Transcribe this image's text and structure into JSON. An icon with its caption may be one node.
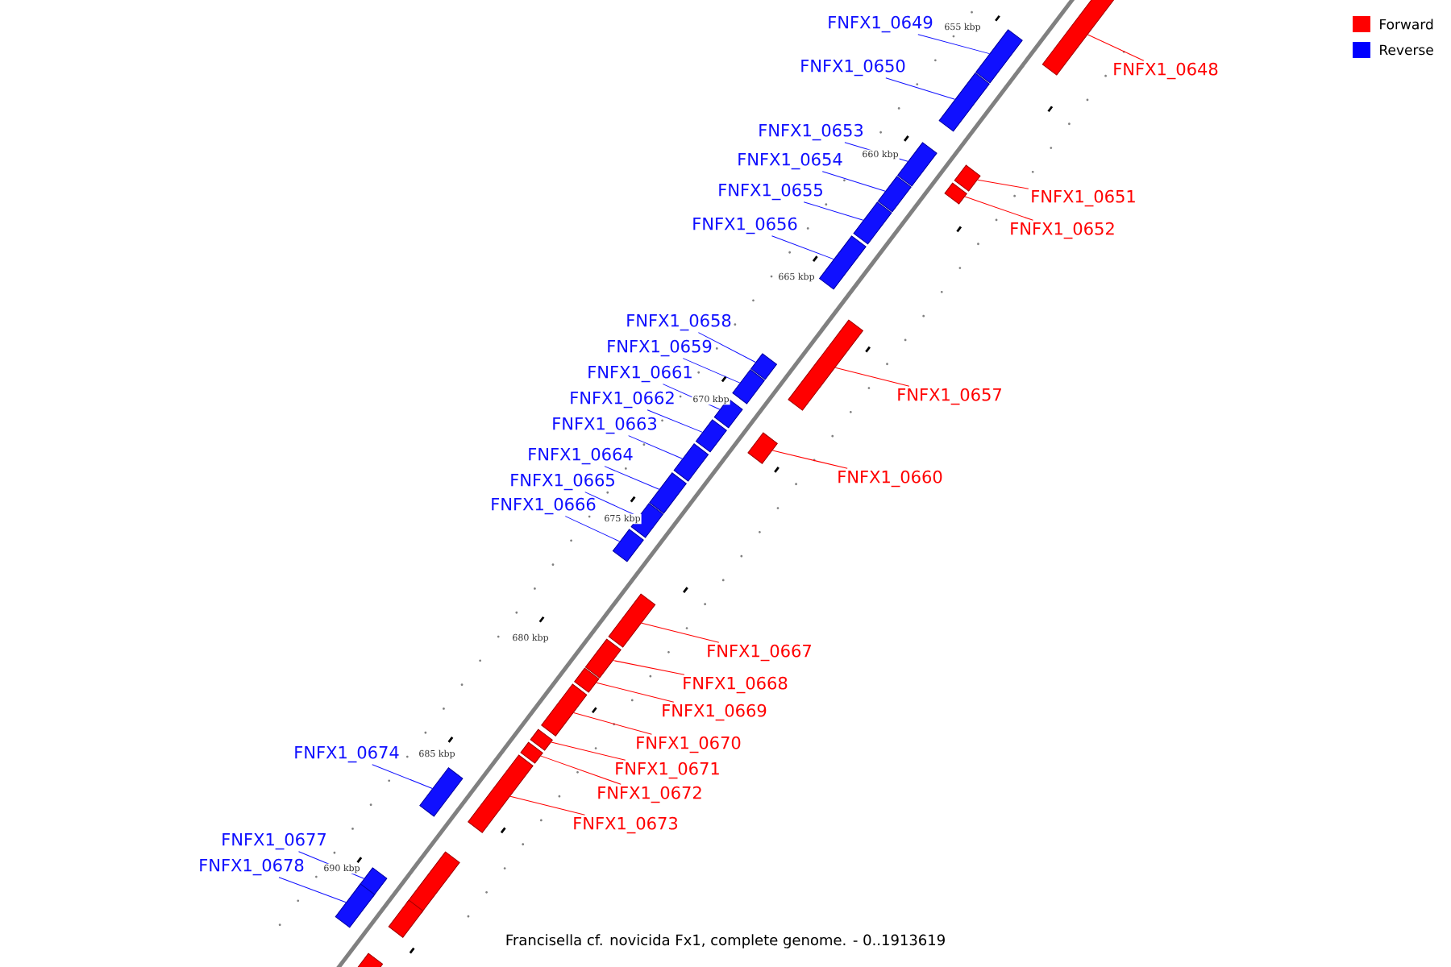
{
  "diagram": {
    "caption": "Francisella cf. novicida Fx1, complete genome. - 0..1913619",
    "nodes": [
      {
        "text": [
          "FNFX1_0648"
        ]
      },
      {
        "text": [],
        "shape": "bar"
      },
      {
        "text": [
          "FNFX1_0649"
        ]
      },
      {
        "text": [],
        "shape": "bar"
      },
      {
        "text": [
          "FNFX1_0650"
        ]
      },
      {
        "text": [],
        "shape": "bar"
      },
      {
        "text": [
          "FNFX1_0651"
        ]
      },
      {
        "text": [],
        "shape": "bar"
      },
      {
        "text": [
          "FNFX1_0653"
        ]
      },
      {
        "text": [],
        "shape": "bar"
      },
      {
        "text": [
          "FNFX1_0652"
        ]
      },
      {
        "text": [],
        "shape": "bar"
      },
      {
        "text": [
          "FNFX1_0654"
        ]
      },
      {
        "text": [],
        "shape": "bar"
      },
      {
        "text": [
          "FNFX1_0655"
        ]
      },
      {
        "text": [],
        "shape": "bar"
      },
      {
        "text": [
          "FNFX1_0656"
        ]
      },
      {
        "text": [],
        "shape": "bar"
      },
      {
        "text": [
          "FNFX1_0657"
        ]
      },
      {
        "text": [],
        "shape": "bar"
      },
      {
        "text": [
          "FNFX1_0658"
        ]
      },
      {
        "text": [],
        "shape": "bar"
      },
      {
        "text": [
          "FNFX1_0659"
        ]
      },
      {
        "text": [],
        "shape": "bar"
      },
      {
        "text": [
          "FNFX1_0661"
        ]
      },
      {
        "text": [],
        "shape": "bar"
      },
      {
        "text": [
          "FNFX1_0660"
        ]
      },
      {
        "text": [],
        "shape": "bar"
      },
      {
        "text": [
          "FNFX1_0662"
        ]
      },
      {
        "text": [],
        "shape": "bar"
      },
      {
        "text": [
          "FNFX1_0663"
        ]
      },
      {
        "text": [],
        "shape": "bar"
      },
      {
        "text": [
          "FNFX1_0664"
        ]
      },
      {
        "text": [],
        "shape": "bar"
      },
      {
        "text": [
          "FNFX1_0665"
        ]
      },
      {
        "text": [],
        "shape": "bar"
      },
      {
        "text": [
          "FNFX1_0666"
        ]
      },
      {
        "text": [],
        "shape": "bar"
      },
      {
        "text": [
          "FNFX1_0667"
        ]
      },
      {
        "text": [],
        "shape": "bar"
      },
      {
        "text": [
          "FNFX1_0668"
        ]
      },
      {
        "text": [],
        "shape": "bar"
      },
      {
        "text": [
          "FNFX1_0669"
        ]
      },
      {
        "text": [],
        "shape": "bar"
      },
      {
        "text": [
          "FNFX1_0670"
        ]
      },
      {
        "text": [],
        "shape": "bar"
      },
      {
        "text": [
          "FNFX1_0671"
        ]
      },
      {
        "text": [],
        "shape": "bar"
      },
      {
        "text": [
          "FNFX1_0672"
        ]
      },
      {
        "text": [],
        "shape": "bar"
      },
      {
        "text": [
          "FNFX1_0673"
        ]
      },
      {
        "text": [],
        "shape": "bar"
      },
      {
        "text": [
          "FNFX1_0674"
        ]
      },
      {
        "text": [],
        "shape": "bar"
      },
      {
        "text": [],
        "shape": "bar"
      },
      {
        "text": [
          "FNFX1_0677"
        ]
      },
      {
        "text": [],
        "shape": "bar"
      },
      {
        "text": [],
        "shape": "bar"
      },
      {
        "text": [
          "FNFX1_0678"
        ]
      },
      {
        "text": [],
        "shape": "bar"
      },
      {
        "text": [],
        "shape": "bar"
      }
    ],
    "edges": [
      {
        "from": 0,
        "to": 1,
        "arrow": "none",
        "color": "#ff0000"
      },
      {
        "from": 2,
        "to": 3,
        "arrow": "none"
      },
      {
        "from": 4,
        "to": 5,
        "arrow": "none"
      },
      {
        "from": 6,
        "to": 7,
        "arrow": "none",
        "color": "#ff0000"
      },
      {
        "from": 8,
        "to": 9,
        "arrow": "none"
      },
      {
        "from": 10,
        "to": 11,
        "arrow": "none",
        "color": "#ff0000"
      },
      {
        "from": 12,
        "to": 13,
        "arrow": "none"
      },
      {
        "from": 14,
        "to": 15,
        "arrow": "none"
      },
      {
        "from": 16,
        "to": 17,
        "arrow": "none"
      },
      {
        "from": 18,
        "to": 19,
        "arrow": "none",
        "color": "#ff0000"
      },
      {
        "from": 20,
        "to": 21,
        "arrow": "none"
      },
      {
        "from": 22,
        "to": 23,
        "arrow": "none"
      },
      {
        "from": 24,
        "to": 25,
        "arrow": "none"
      },
      {
        "from": 26,
        "to": 27,
        "arrow": "none",
        "color": "#ff0000"
      },
      {
        "from": 28,
        "to": 29,
        "arrow": "none"
      },
      {
        "from": 30,
        "to": 31,
        "arrow": "none"
      },
      {
        "from": 32,
        "to": 33,
        "arrow": "none"
      },
      {
        "from": 34,
        "to": 35,
        "arrow": "none"
      },
      {
        "from": 36,
        "to": 37,
        "arrow": "none"
      },
      {
        "from": 38,
        "to": 39,
        "arrow": "none",
        "color": "#ff0000"
      },
      {
        "from": 40,
        "to": 41,
        "arrow": "none",
        "color": "#ff0000"
      },
      {
        "from": 42,
        "to": 43,
        "arrow": "none",
        "color": "#ff0000"
      },
      {
        "from": 44,
        "to": 45,
        "arrow": "none",
        "color": "#ff0000"
      },
      {
        "from": 46,
        "to": 47,
        "arrow": "none",
        "color": "#ff0000"
      },
      {
        "from": 48,
        "to": 49,
        "arrow": "none",
        "color": "#ff0000"
      },
      {
        "from": 50,
        "to": 51,
        "arrow": "none",
        "color": "#ff0000"
      },
      {
        "from": 52,
        "to": 53,
        "arrow": "none"
      },
      {
        "from": 55,
        "to": 56,
        "arrow": "none"
      },
      {
        "from": 58,
        "to": 59,
        "arrow": "none"
      }
    ],
    "labels": [
      "655 kbp",
      "660 kbp",
      "665 kbp",
      "670 kbp",
      "675 kbp",
      "680 kbp",
      "685 kbp",
      "690 kbp"
    ],
    "legend": [
      {
        "text": "Forward",
        "color": "#ff0000"
      },
      {
        "text": "Reverse",
        "color": "#0000ff"
      }
    ]
  }
}
